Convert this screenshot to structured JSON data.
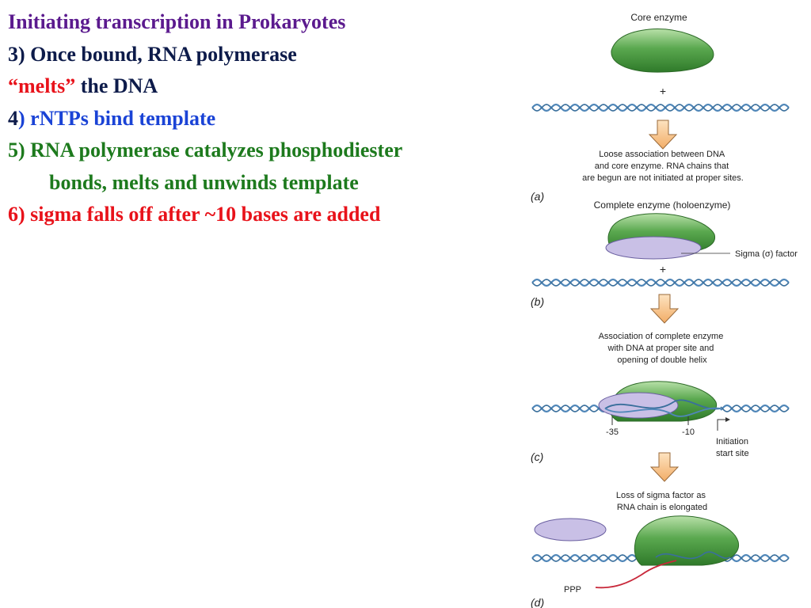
{
  "slide": {
    "title": "Initiating transcription in Prokaryotes",
    "line3_a": "3) Once bound, RNA polymerase",
    "line3_b_open_quote": "“",
    "line3_b_melts": "melts",
    "line3_b_close_quote": "”",
    "line3_b_rest": " the DNA",
    "line4_num": "4",
    "line4_text": ") rNTPs bind template",
    "line5_a": "5) RNA polymerase catalyzes phosphodiester",
    "line5_b": "bonds, melts and unwinds template",
    "line6": "6) sigma falls off after ~10 bases are added"
  },
  "figure": {
    "core_enzyme": "Core enzyme",
    "plus": "+",
    "caption_a": [
      "Loose association between DNA",
      "and core enzyme. RNA chains that",
      "are begun are not initiated at proper sites."
    ],
    "panel_a": "(a)",
    "holoenzyme": "Complete enzyme (holoenzyme)",
    "sigma_factor": "Sigma (σ) factor",
    "panel_b": "(b)",
    "caption_b": [
      "Association of complete enzyme",
      "with DNA at proper site and",
      "opening of double helix"
    ],
    "minus35": "-35",
    "minus10": "-10",
    "initiation": [
      "Initiation",
      "start site"
    ],
    "panel_c": "(c)",
    "caption_c": [
      "Loss of sigma factor as",
      "RNA chain is elongated"
    ],
    "ppp": "PPP",
    "panel_d": "(d)"
  },
  "colors": {
    "title": "#5b1a8e",
    "dark_navy": "#0d1b4a",
    "melts_red": "#e8121a",
    "blue": "#1a43d6",
    "green": "#1d7a1d",
    "red": "#e8121a",
    "enzyme_green": "#4f9e47",
    "sigma_purple": "#c9c0e6",
    "dna_blue": "#4f86b8",
    "arrow_fill": "#f7c58e",
    "rna_red": "#c8283a"
  }
}
